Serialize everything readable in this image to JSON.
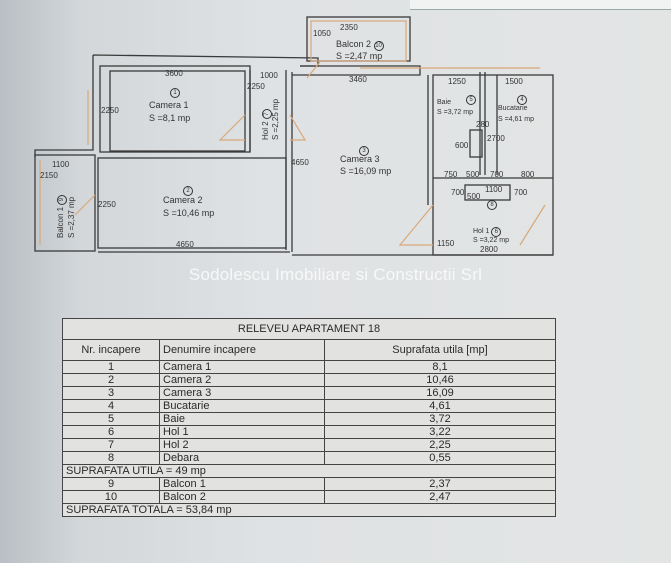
{
  "plan": {
    "rooms": {
      "camera1": {
        "num": "1",
        "name": "Camera 1",
        "area": "S =8,1 mp"
      },
      "camera2": {
        "num": "2",
        "name": "Camera 2",
        "area": "S =10,46 mp"
      },
      "camera3": {
        "num": "3",
        "name": "Camera 3",
        "area": "S =16,09 mp"
      },
      "bucatarie": {
        "num": "4",
        "name": "Bucatarie",
        "area": "S =4,61 mp"
      },
      "baie": {
        "num": "5",
        "name": "Baie",
        "area": "S =3,72 mp"
      },
      "hol1": {
        "num": "6",
        "name": "Hol 1",
        "area": "S =3,22 mp"
      },
      "hol2": {
        "num": "7",
        "name": "Hol 2",
        "area": "S =2,25 mp"
      },
      "debara": {
        "num": "8"
      },
      "balcon1": {
        "num": "9",
        "name": "Balcon 1",
        "area": "S =2,37 mp"
      },
      "balcon2": {
        "num": "10",
        "name": "Balcon 2",
        "area": "S =2,47 mp"
      }
    },
    "dims": {
      "d2350": "2350",
      "d1050": "1050",
      "d3600": "3600",
      "d1000": "1000",
      "d2250a": "2250",
      "d2250b": "2250",
      "d2250c": "2250",
      "d4650a": "4650",
      "d4650b": "4650",
      "d3460": "3460",
      "d1250": "1250",
      "d1500": "1500",
      "d280": "280",
      "d600": "600",
      "d2700": "2700",
      "d750": "750",
      "d500a": "500",
      "d700a": "700",
      "d800": "800",
      "d700b": "700",
      "d500b": "500",
      "d1100a": "1100",
      "d700c": "700",
      "d1150": "1150",
      "d2800": "2800",
      "d1100b": "1100",
      "d2150": "2150"
    },
    "watermark": "Sodolescu Imobiliare si Constructii Srl"
  },
  "table": {
    "title": "RELEVEU APARTAMENT 18",
    "headers": [
      "Nr. incapere",
      "Denumire incapere",
      "Suprafata utila [mp]"
    ],
    "rows": [
      [
        "1",
        "Camera 1",
        "8,1"
      ],
      [
        "2",
        "Camera 2",
        "10,46"
      ],
      [
        "3",
        "Camera 3",
        "16,09"
      ],
      [
        "4",
        "Bucatarie",
        "4,61"
      ],
      [
        "5",
        "Baie",
        "3,72"
      ],
      [
        "6",
        "Hol 1",
        "3,22"
      ],
      [
        "7",
        "Hol 2",
        "2,25"
      ],
      [
        "8",
        "Debara",
        "0,55"
      ]
    ],
    "subtotal": "SUPRAFATA UTILA = 49 mp",
    "balcony_rows": [
      [
        "9",
        "Balcon 1",
        "2,37"
      ],
      [
        "10",
        "Balcon  2",
        "2,47"
      ]
    ],
    "total": "SUPRAFATA TOTALA = 53,84 mp"
  }
}
